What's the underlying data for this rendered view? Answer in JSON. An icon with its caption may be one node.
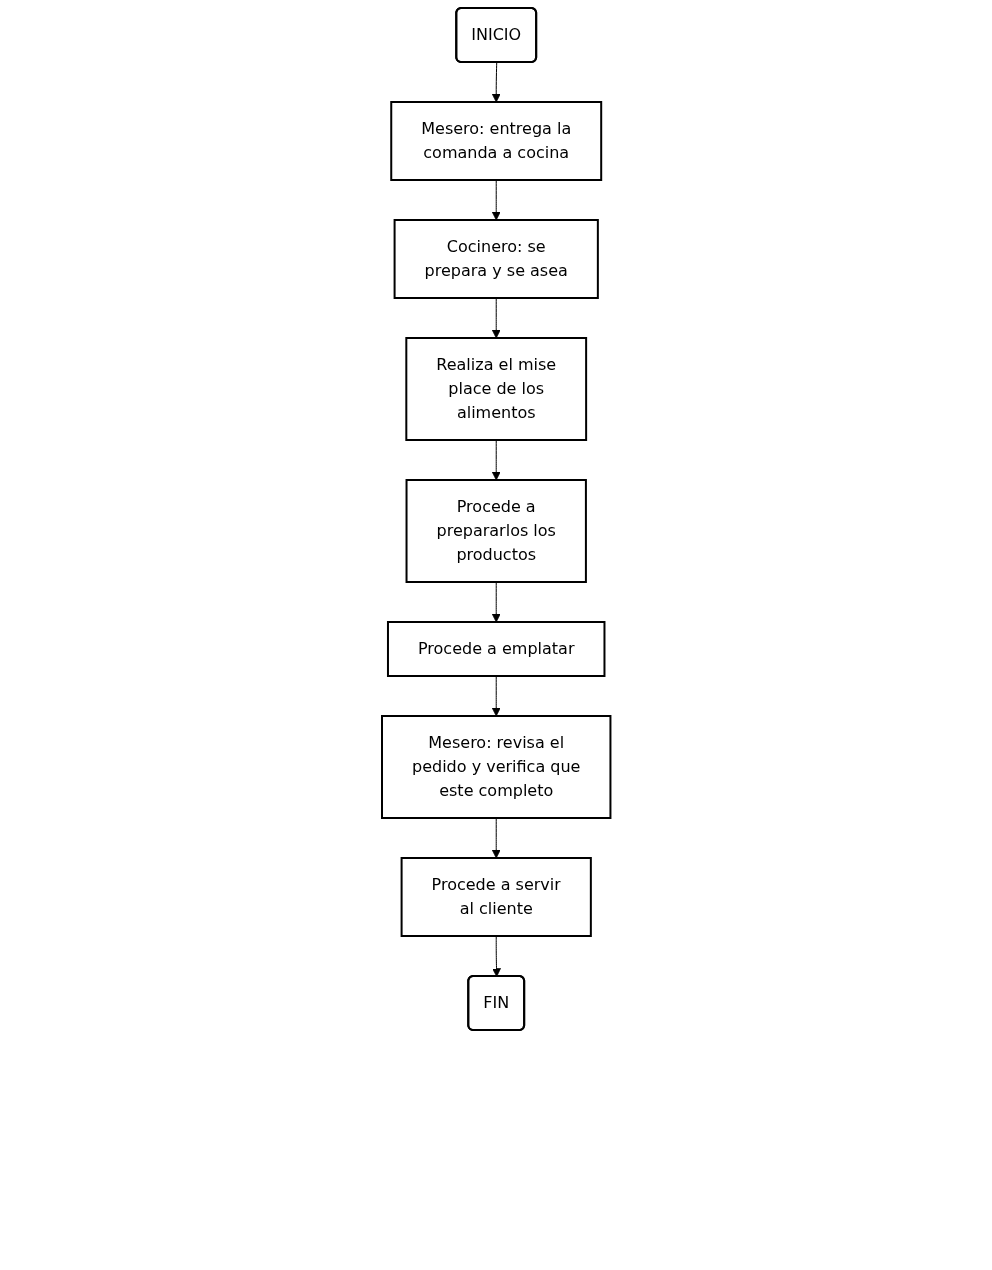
{
  "diagram": {
    "nodes": [
      {
        "text": [
          "INICIO"
        ]
      },
      {
        "text": [
          "Mesero: entrega la comanda a cocina"
        ]
      },
      {
        "text": [
          "Cocinero: se prepara y se asea"
        ]
      },
      {
        "text": [
          "Realiza el mise place de los alimentos"
        ]
      },
      {
        "text": [
          "Procede a prepararlos los productos"
        ]
      },
      {
        "text": [
          "Procede a emplatar"
        ]
      },
      {
        "text": [
          "Mesero: revisa el pedido y verifica que este completo"
        ]
      },
      {
        "text": [
          "Procede a servir al cliente"
        ]
      },
      {
        "text": [
          "FIN"
        ]
      }
    ],
    "edges": [
      {
        "from": 0,
        "to": 1,
        "arrow": "to"
      },
      {
        "from": 1,
        "to": 2,
        "arrow": "to"
      },
      {
        "from": 2,
        "to": 3,
        "arrow": "to"
      },
      {
        "from": 3,
        "to": 4,
        "arrow": "to"
      },
      {
        "from": 4,
        "to": 5,
        "arrow": "to"
      },
      {
        "from": 5,
        "to": 6,
        "arrow": "to"
      },
      {
        "from": 6,
        "to": 7,
        "arrow": "to"
      },
      {
        "from": 7,
        "to": 8,
        "arrow": "to"
      }
    ]
  }
}
